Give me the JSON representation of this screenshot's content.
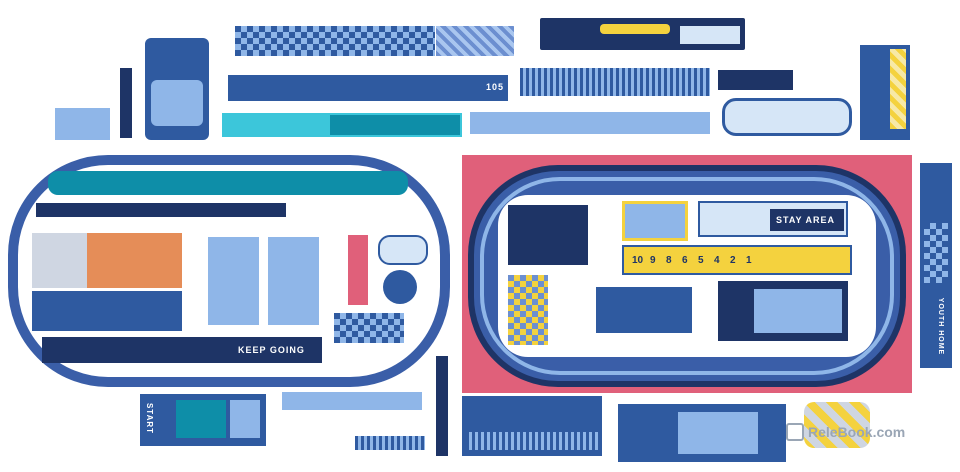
{
  "track_labels": {
    "stay_area": "STAY AREA",
    "keep_going": "KEEP GOING",
    "start": "START",
    "youth": "YOUTH HOME"
  },
  "hopscotch_numbers": [
    "10",
    "9",
    "8",
    "6",
    "5",
    "4",
    "2",
    "1"
  ],
  "numbers_small": [
    "105"
  ],
  "watermark": "ReleBook.com",
  "colors": {
    "primary": "#2f5aa0",
    "navy": "#1e3466",
    "light": "#8fb6e8",
    "cyan": "#27c0d6",
    "yellow": "#f4d23e",
    "pink": "#e0607a",
    "orange": "#e9803f"
  }
}
